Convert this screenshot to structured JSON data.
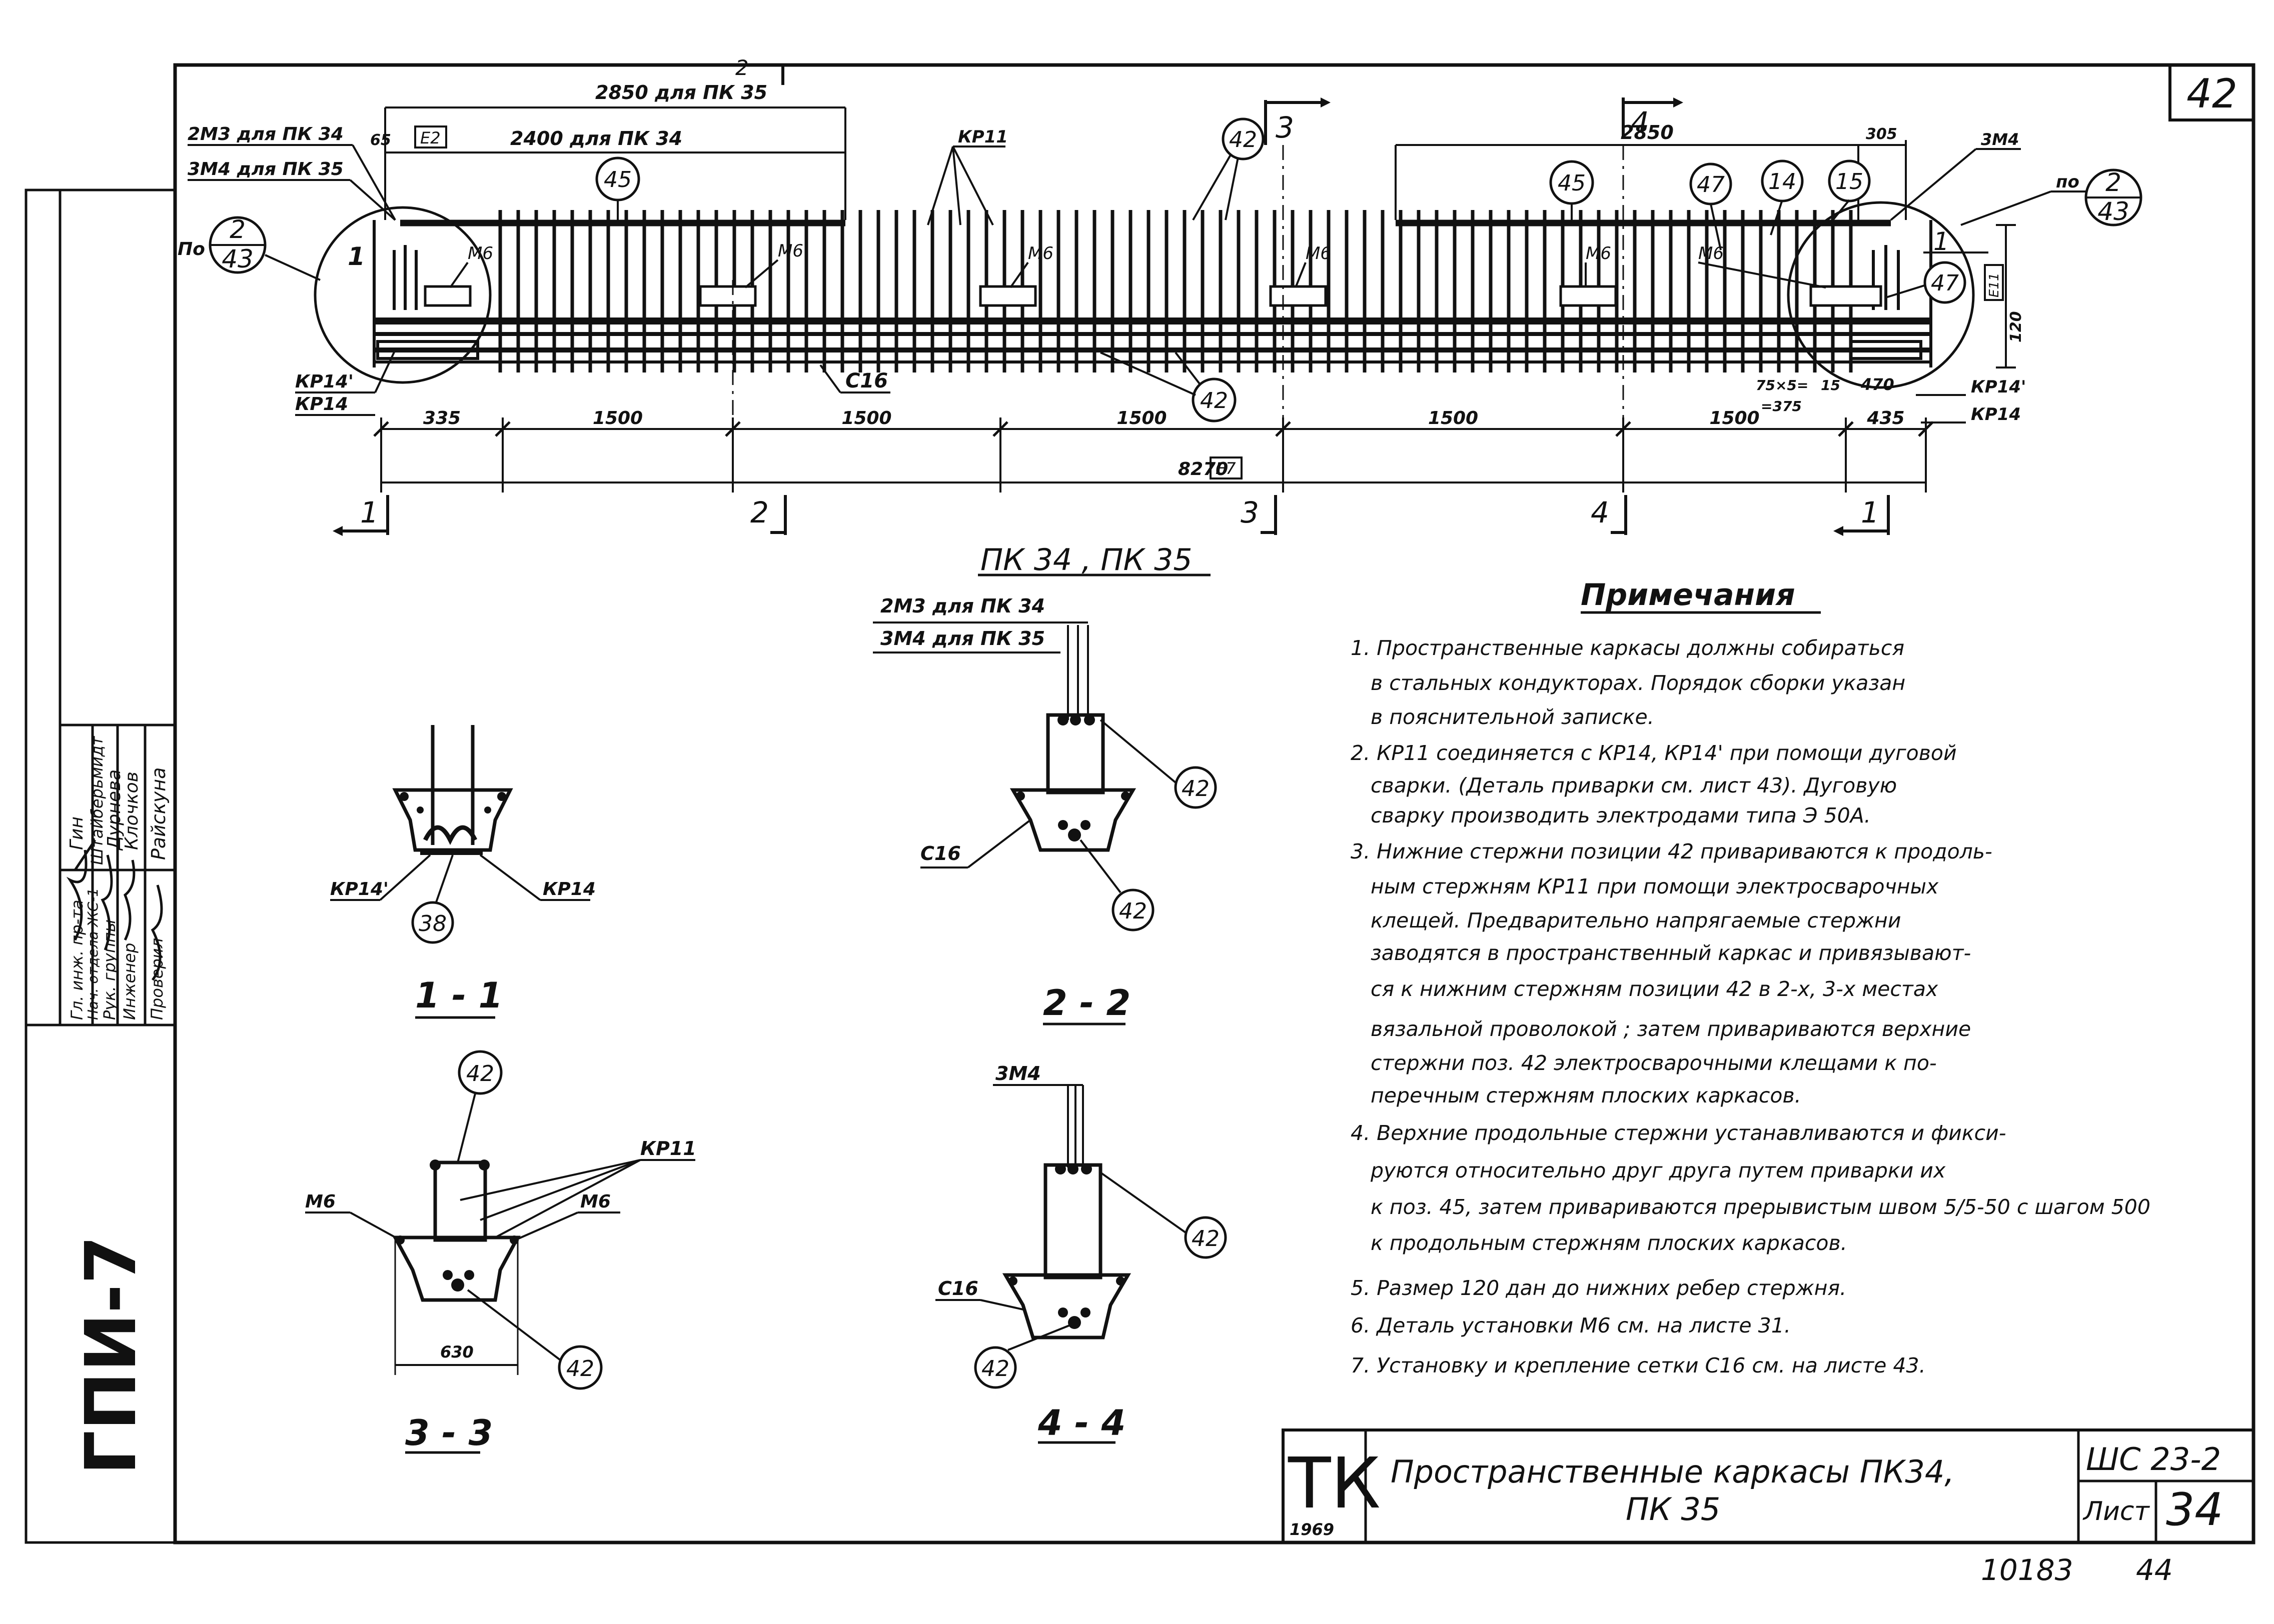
{
  "sheet_corner_number": "42",
  "stamp": {
    "code": "ГПИ-7",
    "roles": [
      "Гл. инж. пр-та",
      "Нач. отдела ЖС-1",
      "Рук. группы",
      "Инженер",
      "Проверил"
    ],
    "names": [
      "Гин",
      "Штайберьмидт",
      "Дурнева",
      "Клочков",
      "Райскуна"
    ]
  },
  "elevation": {
    "callouts": {
      "top_2850_for_pk35": "2850 для ПК 35",
      "top_2400_for_pk34": "2400 для ПК 34",
      "top_2850_right": "2850",
      "top_305": "305",
      "top_65": "65",
      "box_e2": "Е2",
      "rebar_2m3_pk34": "2М3 для ПК 34",
      "rebar_3m4_pk35": "3М4 для ПК 35",
      "rebar_3m4_right": "3М4",
      "kr11": "КР11",
      "po_left": "По",
      "po_right": "по",
      "detail_sheet_num": "2",
      "detail_sheet_den": "43",
      "m6": "М6",
      "c16": "С16",
      "kr14_prime": "КР14'",
      "kr14": "КР14",
      "dim_120": "120",
      "dim_e11": "Е11",
      "dim_75": "75×5=",
      "dim_375": "=375",
      "dim_15": "15",
      "dim_470": "470"
    },
    "position_bubbles": [
      "42",
      "45",
      "45",
      "47",
      "14",
      "15",
      "47",
      "42"
    ],
    "bottom_dims": [
      "335",
      "1500",
      "1500",
      "1500",
      "1500",
      "1500",
      "435"
    ],
    "overall_dim": "8270",
    "overall_box": "Е7",
    "section_marks": [
      "1",
      "2",
      "3",
      "4",
      "1"
    ],
    "section_marks_top": [
      "1",
      "2",
      "3",
      "4",
      "1"
    ],
    "caption": "ПК 34 , ПК 35"
  },
  "sections": [
    {
      "title": "1 - 1",
      "labels": [
        "КР14'",
        "КР14"
      ],
      "bubbles": [
        "38"
      ]
    },
    {
      "title": "2 - 2",
      "labels": [
        "2М3 для ПК 34",
        "3М4 для ПК 35",
        "С16"
      ],
      "bubbles": [
        "42",
        "42"
      ]
    },
    {
      "title": "3 - 3",
      "labels": [
        "КР11",
        "М6",
        "М6",
        "630"
      ],
      "bubbles": [
        "42",
        "42"
      ]
    },
    {
      "title": "4 - 4",
      "labels": [
        "3М4",
        "С16"
      ],
      "bubbles": [
        "42",
        "42"
      ]
    }
  ],
  "notes": {
    "title": "Примечания",
    "lines": [
      "1. Пространственные каркасы должны собираться",
      "в стальных кондукторах. Порядок сборки указан",
      "в пояснительной записке.",
      "2. КР11 соединяется с КР14, КР14' при помощи дуговой",
      "сварки. (Деталь приварки см. лист 43). Дуговую",
      "сварку производить электродами типа Э 50А.",
      "3. Нижние стержни позиции 42 привариваются к продоль-",
      "ным стержням КР11 при помощи электросварочных",
      "клещей. Предварительно напрягаемые стержни",
      "заводятся в пространственный каркас и привязывают-",
      "ся к нижним стержням позиции 42 в 2-х, 3-х местах",
      "вязальной проволокой ; затем привариваются верхние",
      "стержни поз. 42 электросварочными клещами к по-",
      "перечным стержням плоских каркасов.",
      "4. Верхние продольные стержни устанавливаются и фикси-",
      "руются относительно друг друга путем приварки их",
      "к поз. 45, затем привариваются прерывистым швом 5/5-50 с шагом 500",
      "к продольным стержням плоских каркасов.",
      "5. Размер 120 дан до нижних ребер стержня.",
      "6. Деталь установки М6 см. на листе 31.",
      "7. Установку и крепление сетки С16 см. на листе 43."
    ]
  },
  "title_block": {
    "logo": "ТК",
    "year": "1969",
    "title_line1": "Пространственные каркасы ПК34,",
    "title_line2": "ПК 35",
    "series": "ШС 23-2",
    "sheet_label": "Лист",
    "sheet_number": "34"
  },
  "footer": {
    "archive_number": "10183",
    "page": "44"
  }
}
